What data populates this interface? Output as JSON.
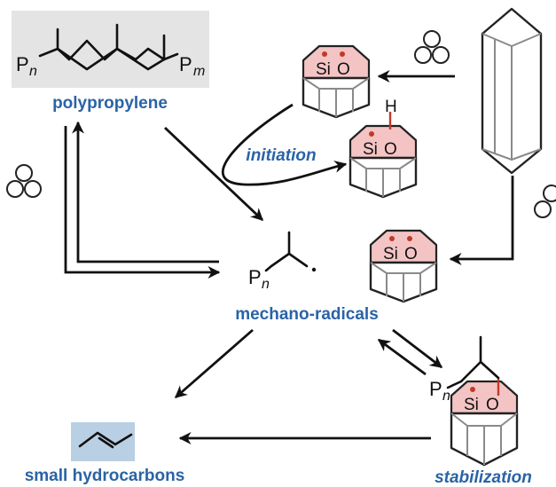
{
  "labels": {
    "polypropylene": "polypropylene",
    "initiation": "initiation",
    "mechano_radicals": "mechano-radicals",
    "small_hydrocarbons": "small hydrocarbons",
    "stabilization": "stabilization"
  },
  "atoms": {
    "silicon": "Si",
    "oxygen": "O",
    "hydrogen": "H",
    "polymer": "P"
  },
  "subscripts": {
    "n": "n",
    "m": "m"
  },
  "colors": {
    "label_blue": "#2a63a6",
    "box_gray": "#e4e4e4",
    "box_blue": "#b9cfe3",
    "silica_pink": "#f4c4c4",
    "radical_red": "#c0392b"
  }
}
